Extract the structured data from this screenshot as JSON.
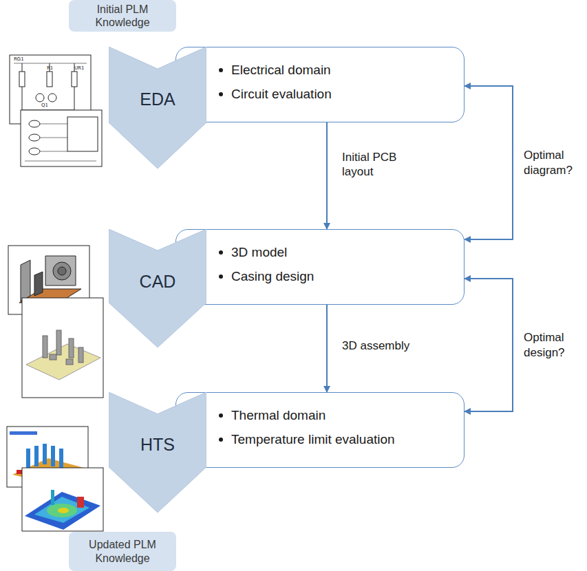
{
  "diagram": {
    "nodes": [
      {
        "text": [
          "Initial PLM Knowledge"
        ]
      },
      {
        "text": [
          "EDA"
        ]
      },
      {
        "text": [
          "Electrical domain",
          "Circuit evaluation"
        ]
      },
      {
        "text": [
          "CAD"
        ]
      },
      {
        "text": [
          "3D model",
          "Casing design"
        ]
      },
      {
        "text": [
          "HTS"
        ]
      },
      {
        "text": [
          "Thermal domain",
          "Temperature limit evaluation"
        ]
      },
      {
        "text": [
          "Updated PLM Knowledge"
        ]
      }
    ],
    "edges": [
      {
        "from": 2,
        "to": 4,
        "label": "Initial PCB layout",
        "arrow": "to"
      },
      {
        "from": 4,
        "to": 6,
        "label": "3D assembly",
        "arrow": "to"
      },
      {
        "from": 4,
        "to": 2,
        "label": "Optimal diagram?",
        "arrow": "both"
      },
      {
        "from": 6,
        "to": 4,
        "label": "Optimal design?",
        "arrow": "both"
      }
    ],
    "labels": [
      "RG1",
      "R1",
      "UR1",
      "Q1"
    ]
  }
}
